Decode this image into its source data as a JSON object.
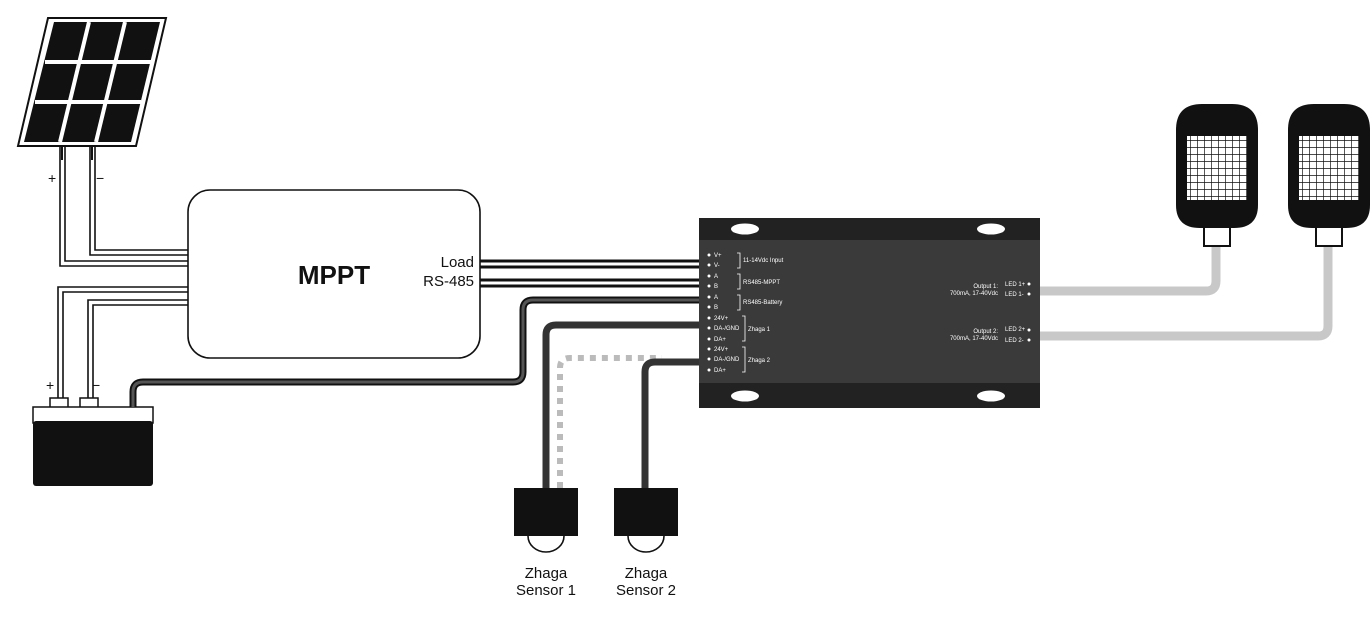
{
  "panel": {
    "plus": "+",
    "minus": "−"
  },
  "battery": {
    "plus": "+",
    "minus": "−"
  },
  "mppt": {
    "title": "MPPT",
    "load": "Load",
    "rs485": "RS-485"
  },
  "controller": {
    "left_pins": [
      "V+",
      "V-",
      "A",
      "B",
      "A",
      "B",
      "24V+",
      "DA-/GND",
      "DA+",
      "24V+",
      "DA-/GND",
      "DA+"
    ],
    "groups": {
      "input": "11-14Vdc Input",
      "rs485_mppt": "RS485-MPPT",
      "rs485_battery": "RS485-Battery",
      "zhaga1": "Zhaga 1",
      "zhaga2": "Zhaga 2"
    },
    "output1": {
      "line1": "Output 1:",
      "line2": "700mA, 17-40Vdc",
      "pin_pos": "LED 1+",
      "pin_neg": "LED 1-"
    },
    "output2": {
      "line1": "Output 2:",
      "line2": "700mA, 17-40Vdc",
      "pin_pos": "LED 2+",
      "pin_neg": "LED 2-"
    }
  },
  "sensor1": {
    "line1": "Zhaga",
    "line2": "Sensor 1"
  },
  "sensor2": {
    "line1": "Zhaga",
    "line2": "Sensor 2"
  },
  "colors": {
    "ink": "#111111",
    "dark_wire": "#333333",
    "light_wire": "#c8c8c8",
    "controller_body": "#3a3a3a"
  }
}
